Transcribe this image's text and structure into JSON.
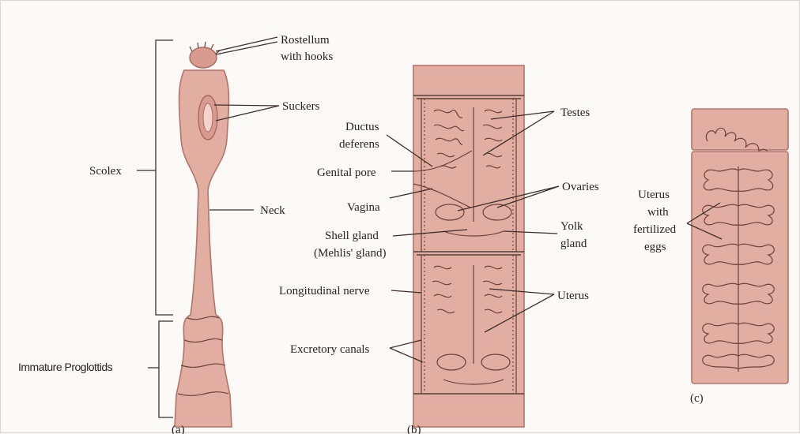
{
  "figure": {
    "panel_a": {
      "caption": "(a)",
      "labels": {
        "rostellum": "Rostellum\nwith hooks",
        "suckers": "Suckers",
        "scolex": "Scolex",
        "neck": "Neck",
        "immature_proglottids": "Immature Proglottids"
      }
    },
    "panel_b": {
      "caption": "(b)",
      "labels": {
        "testes": "Testes",
        "ductus_deferens": "Ductus\ndeferens",
        "genital_pore": "Genital pore",
        "vagina": "Vagina",
        "ovaries": "Ovaries",
        "yolk_gland": "Yolk\ngland",
        "shell_gland": "Shell gland\n(Mehlis' gland)",
        "longitudinal_nerve": "Longitudinal nerve",
        "uterus": "Uterus",
        "excretory_canals": "Excretory canals"
      }
    },
    "panel_c": {
      "caption": "(c)",
      "labels": {
        "uterus_with_eggs": "Uterus\nwith\nfertilized\neggs"
      }
    },
    "colors": {
      "tissue": "#e2aea2",
      "tissue_outline": "#b3746a",
      "ink": "#2b2320"
    }
  }
}
